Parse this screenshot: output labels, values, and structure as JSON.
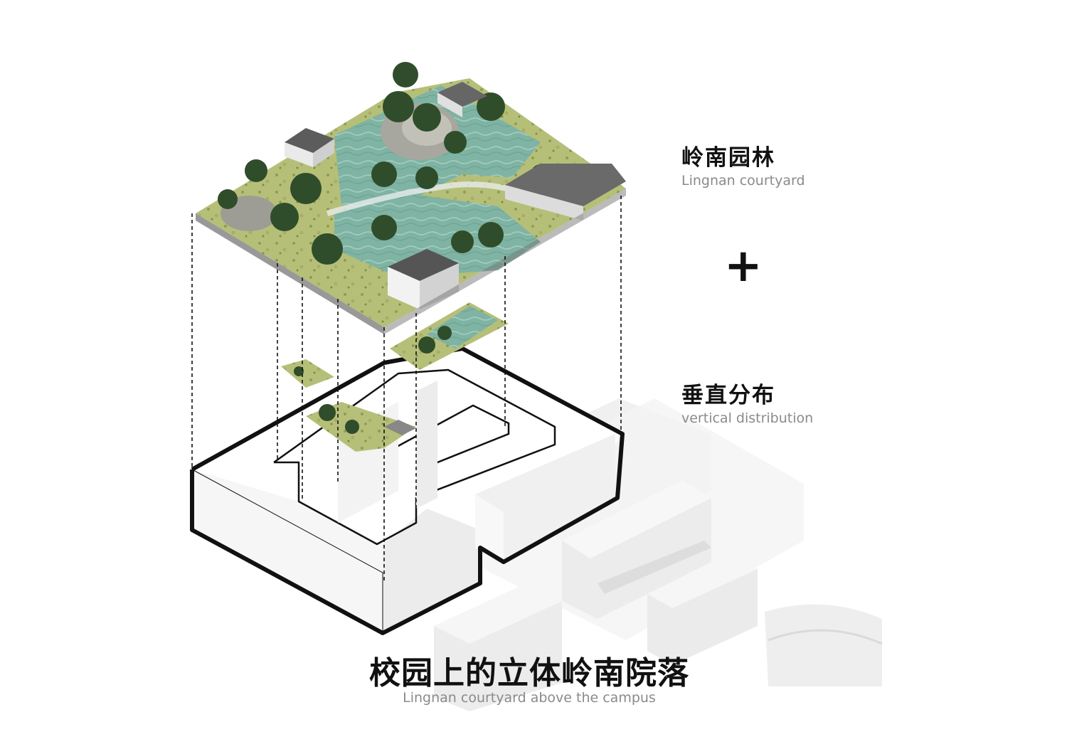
{
  "labels": {
    "courtyard_zh": "岭南园林",
    "courtyard_en": "Lingnan courtyard",
    "plus": "+",
    "vertical_zh": "垂直分布",
    "vertical_en": "vertical distribution",
    "title_zh": "校园上的立体岭南院落",
    "title_en": "Lingnan courtyard above the campus"
  },
  "colors": {
    "water": "#7fb3a3",
    "lawn": "#b9c27a",
    "trees": "#2f4d2a",
    "rock": "#9a9a94",
    "roof": "#5a5a5a",
    "outline": "#111111",
    "context_building": "#e6e6e6"
  }
}
